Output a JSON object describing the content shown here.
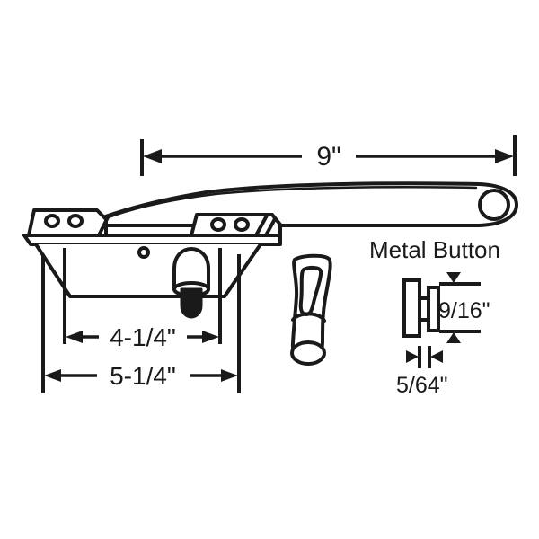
{
  "diagram": {
    "title_text": "Metal Button",
    "background_color": "#ffffff",
    "line_color": "#1a1a1a",
    "subject": "casement window operator crank handle assembly",
    "dimensions": {
      "overall_arm_length": "9\"",
      "inner_mounting_span": "4-1/4\"",
      "outer_base_span": "5-1/4\"",
      "button_height": "9/16\"",
      "button_thickness": "5/64\""
    },
    "labels": {
      "top": "9\"",
      "mid_bottom": "4-1/4\"",
      "lower_bottom": "5-1/4\"",
      "button_caption": "Metal Button",
      "button_vertical": "9/16\"",
      "button_horizontal": "5/64\""
    },
    "parts": [
      {
        "name": "operator-arm",
        "description": "long tapered crank arm with end pivot hole"
      },
      {
        "name": "base-plate",
        "description": "mounting base plate with four screw holes"
      },
      {
        "name": "metal-button-knob",
        "description": "domed metal button with stem on base"
      },
      {
        "name": "crank-handle",
        "description": "detached folding handle side view"
      },
      {
        "name": "metal-button-profile",
        "description": "metal button cross-section profile"
      }
    ]
  }
}
